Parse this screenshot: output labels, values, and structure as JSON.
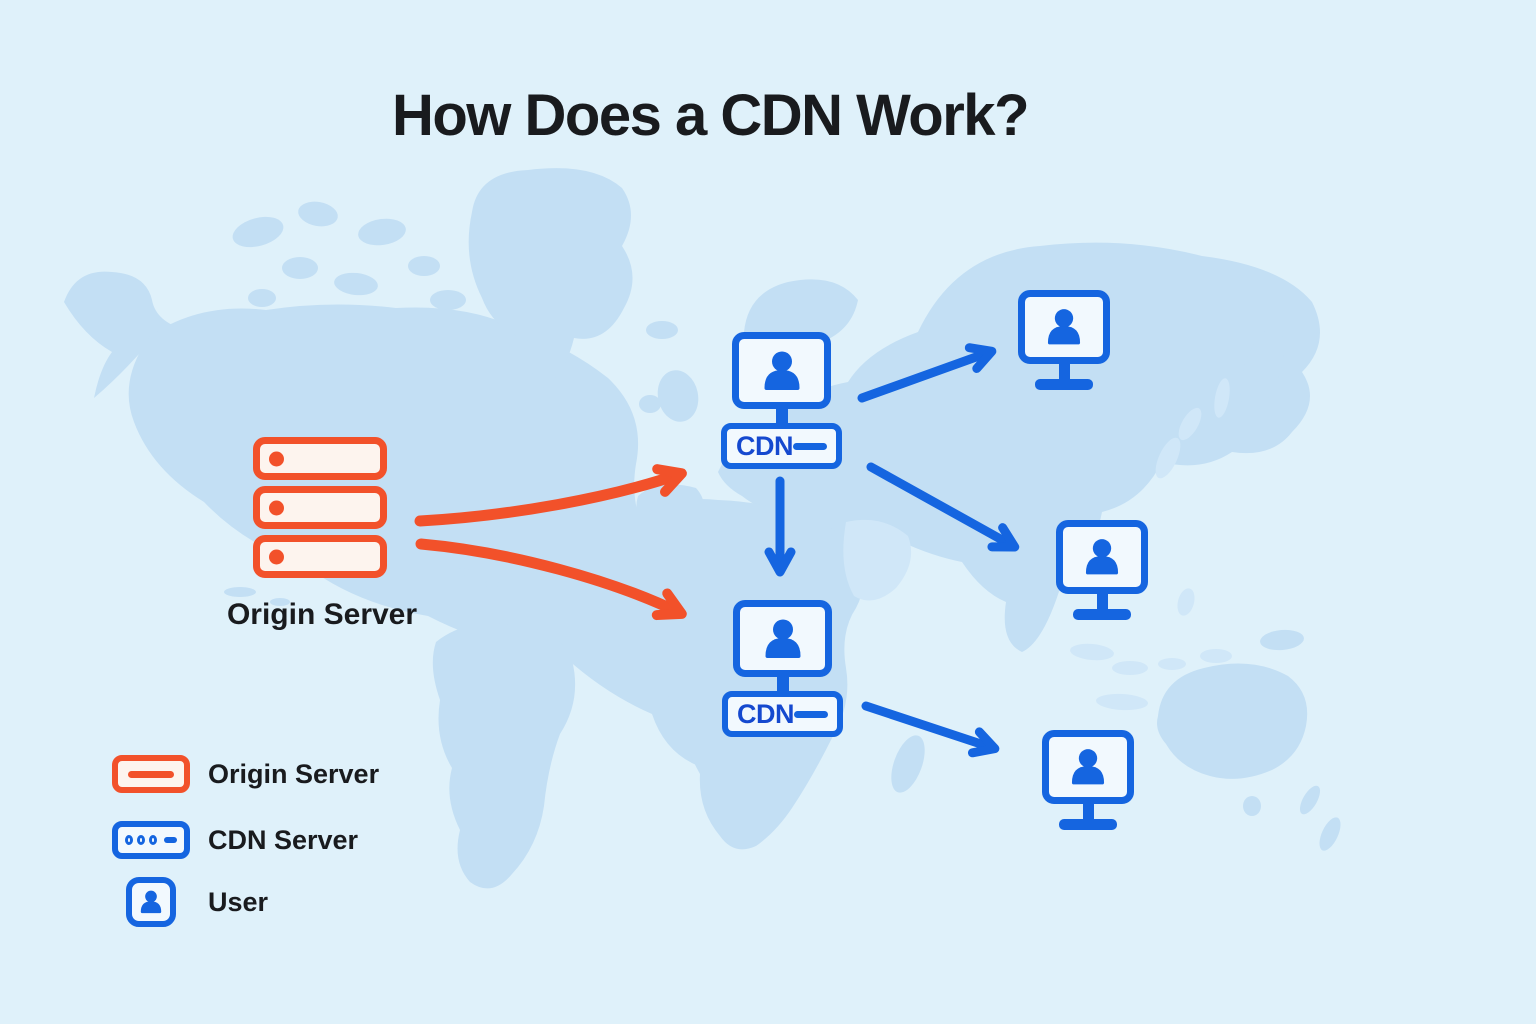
{
  "title": "How Does a CDN Work?",
  "colors": {
    "background": "#dff1fa",
    "map_land": "#c3dff4",
    "map_land_light": "#d0e7f8",
    "orange_accent": "#f2512a",
    "orange_fill": "#fdf4ee",
    "blue_accent": "#1565e0",
    "cdn_text_blue": "#1549cf",
    "monitor_fill": "#f2f9fe",
    "text_dark": "#191b1e"
  },
  "nodes": {
    "origin_server": {
      "label": "Origin Server"
    },
    "cdn_servers": [
      {
        "label": "CDN"
      },
      {
        "label": "CDN"
      }
    ],
    "user_count": 3
  },
  "connections": [
    {
      "from": "origin-server",
      "to": "cdn-server-1",
      "style": "orange-curved-arrow"
    },
    {
      "from": "origin-server",
      "to": "cdn-server-2",
      "style": "orange-curved-arrow"
    },
    {
      "from": "cdn-server-1",
      "to": "user-1",
      "style": "blue-straight-arrow"
    },
    {
      "from": "cdn-server-1",
      "to": "user-2",
      "style": "blue-straight-arrow"
    },
    {
      "from": "cdn-server-1",
      "to": "cdn-server-2",
      "style": "blue-straight-arrow"
    },
    {
      "from": "cdn-server-2",
      "to": "user-3",
      "style": "blue-straight-arrow"
    }
  ],
  "legend": {
    "items": [
      {
        "icon": "origin-server-icon",
        "label": "Origin Server"
      },
      {
        "icon": "cdn-server-icon",
        "label": "CDN Server"
      },
      {
        "icon": "user-icon",
        "label": "User"
      }
    ]
  }
}
